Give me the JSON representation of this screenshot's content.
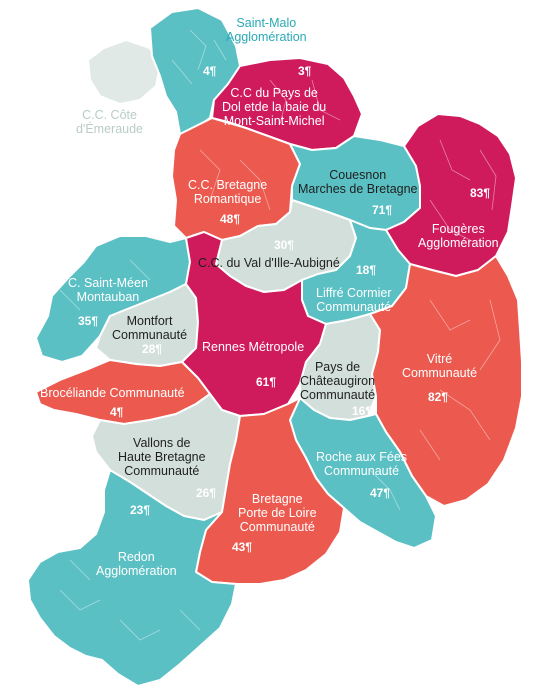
{
  "colors": {
    "teal": "#5bc0c4",
    "grey": "#d3dfdb",
    "magenta": "#cf1b5c",
    "coral": "#ec5a4f",
    "faded_grey": "#e1e9e6"
  },
  "regions": {
    "saint_malo": {
      "name": "Saint-Malo\nAgglomération",
      "value": "4¶",
      "fill": "teal"
    },
    "cote_emeraude": {
      "name": "C.C. Côte\nd'Émeraude",
      "value": "",
      "fill": "faded_grey"
    },
    "dol": {
      "name": "C.C du Pays de\nDol etde la baie du\nMont-Saint-Michel",
      "value": "3¶",
      "fill": "magenta"
    },
    "bretagne_romantique": {
      "name": "C.C. Bretagne\nRomantique",
      "value": "48¶",
      "fill": "coral"
    },
    "couesnon": {
      "name": "Couesnon\nMarches de Bretagne",
      "value": "71¶",
      "fill": "teal"
    },
    "fougeres": {
      "name": "Fougères\nAgglomération",
      "value": "83¶",
      "fill": "magenta"
    },
    "val_ille": {
      "name": "C.C. du Val d'Ille-Aubigné",
      "value": "30¶",
      "fill": "grey"
    },
    "liffre": {
      "name": "Liffré Cormier\nCommunauté",
      "value": "18¶",
      "fill": "teal"
    },
    "saint_meen": {
      "name": "C. Saint-Méen\nMontauban",
      "value": "35¶",
      "fill": "teal"
    },
    "montfort": {
      "name": "Montfort\nCommunauté",
      "value": "28¶",
      "fill": "grey"
    },
    "rennes": {
      "name": "Rennes Métropole",
      "value": "61¶",
      "fill": "magenta"
    },
    "chateaugiron": {
      "name": "Pays de\nChâteaugiron\nCommunauté",
      "value": "16¶",
      "fill": "grey"
    },
    "vitre": {
      "name": "Vitré\nCommunauté",
      "value": "82¶",
      "fill": "coral"
    },
    "broceliande": {
      "name": "Brocéliande Communauté",
      "value": "4¶",
      "fill": "coral"
    },
    "vallons": {
      "name": "Vallons de\nHaute Bretagne\nCommunauté",
      "value": "26¶",
      "fill": "grey"
    },
    "roche_aux_fees": {
      "name": "Roche aux Fées\nCommunauté",
      "value": "47¶",
      "fill": "teal"
    },
    "bretagne_porte_loire": {
      "name": "Bretagne\nPorte de Loire\nCommunauté",
      "value": "43¶",
      "fill": "coral"
    },
    "redon": {
      "name": "Redon\nAgglomération",
      "value": "23¶",
      "fill": "teal"
    }
  }
}
